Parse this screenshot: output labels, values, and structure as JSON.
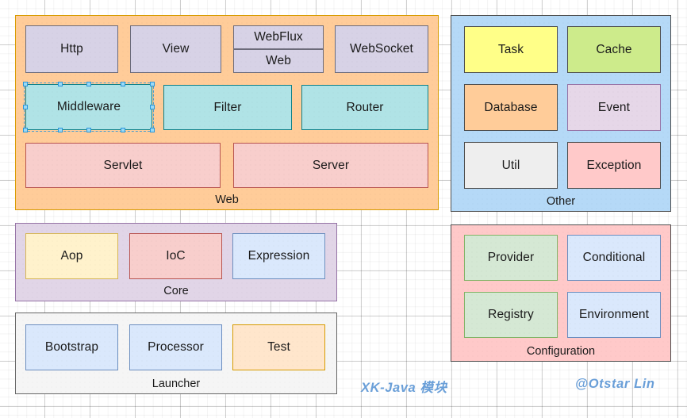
{
  "diagram": {
    "title": "XK-Java 模块",
    "author_watermark": "@Otstar Lin",
    "background": "#ffffff"
  },
  "groups": [
    {
      "id": "web",
      "label": "Web",
      "fill": "#ffcc99",
      "stroke": "#d79b00",
      "nodes": [
        {
          "label": "Http",
          "fill": "#d7d2e6",
          "stroke": "#6c6b7a"
        },
        {
          "label": "View",
          "fill": "#d7d2e6",
          "stroke": "#6c6b7a"
        },
        {
          "label": "WebFlux",
          "fill": "#d7d2e6",
          "stroke": "#6c6b7a"
        },
        {
          "label": "Web",
          "fill": "#d7d2e6",
          "stroke": "#6c6b7a"
        },
        {
          "label": "WebSocket",
          "fill": "#d7d2e6",
          "stroke": "#6c6b7a"
        },
        {
          "label": "Middleware",
          "fill": "#b0e3e6",
          "stroke": "#0e8088",
          "selected": true
        },
        {
          "label": "Filter",
          "fill": "#b0e3e6",
          "stroke": "#0e8088"
        },
        {
          "label": "Router",
          "fill": "#b0e3e6",
          "stroke": "#0e8088"
        },
        {
          "label": "Servlet",
          "fill": "#f8cecc",
          "stroke": "#b85450"
        },
        {
          "label": "Server",
          "fill": "#f8cecc",
          "stroke": "#b85450"
        }
      ]
    },
    {
      "id": "other",
      "label": "Other",
      "fill": "#b5d9f7",
      "stroke": "#4d4d4d",
      "nodes": [
        {
          "label": "Task",
          "fill": "#ffff88",
          "stroke": "#4d4d4d"
        },
        {
          "label": "Cache",
          "fill": "#cdeb8b",
          "stroke": "#4d4d4d"
        },
        {
          "label": "Database",
          "fill": "#ffcc99",
          "stroke": "#4d4d4d"
        },
        {
          "label": "Event",
          "fill": "#e6d7e8",
          "stroke": "#9673a6"
        },
        {
          "label": "Util",
          "fill": "#eeeeee",
          "stroke": "#4d4d4d"
        },
        {
          "label": "Exception",
          "fill": "#ffc9c9",
          "stroke": "#4d4d4d"
        }
      ]
    },
    {
      "id": "core",
      "label": "Core",
      "fill": "#e1d5e7",
      "stroke": "#9673a6",
      "nodes": [
        {
          "label": "Aop",
          "fill": "#fff2cc",
          "stroke": "#d6b656"
        },
        {
          "label": "IoC",
          "fill": "#f8cecc",
          "stroke": "#b85450"
        },
        {
          "label": "Expression",
          "fill": "#dae8fc",
          "stroke": "#6c8ebf"
        }
      ]
    },
    {
      "id": "launcher",
      "label": "Launcher",
      "fill": "#f5f5f5",
      "stroke": "#666666",
      "nodes": [
        {
          "label": "Bootstrap",
          "fill": "#dae8fc",
          "stroke": "#6c8ebf"
        },
        {
          "label": "Processor",
          "fill": "#dae8fc",
          "stroke": "#6c8ebf"
        },
        {
          "label": "Test",
          "fill": "#ffe6cc",
          "stroke": "#d79b00"
        }
      ]
    },
    {
      "id": "configuration",
      "label": "Configuration",
      "fill": "#ffc9c9",
      "stroke": "#4d4d4d",
      "nodes": [
        {
          "label": "Provider",
          "fill": "#d5e8d4",
          "stroke": "#82b366"
        },
        {
          "label": "Conditional",
          "fill": "#dae8fc",
          "stroke": "#6c8ebf"
        },
        {
          "label": "Registry",
          "fill": "#d5e8d4",
          "stroke": "#82b366"
        },
        {
          "label": "Environment",
          "fill": "#dae8fc",
          "stroke": "#6c8ebf"
        }
      ]
    }
  ]
}
